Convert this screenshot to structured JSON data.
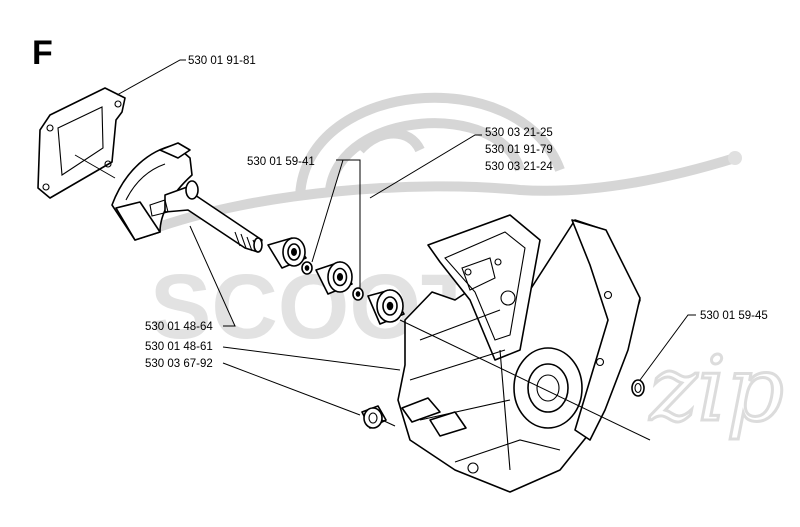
{
  "section_letter": "F",
  "watermark": {
    "text": "SCOOTER",
    "script": "zip"
  },
  "part_numbers": {
    "gasket": "530 01 91-81",
    "seal_washer": "530 01 59-41",
    "kit_1": "530 03 21-25",
    "kit_2": "530 01 91-79",
    "kit_3": "530 03 21-24",
    "circlip": "530 01 59-45",
    "shaft": "530 01 48-64",
    "crankcase": "530 01 48-61",
    "plug": "530 03 67-92"
  }
}
